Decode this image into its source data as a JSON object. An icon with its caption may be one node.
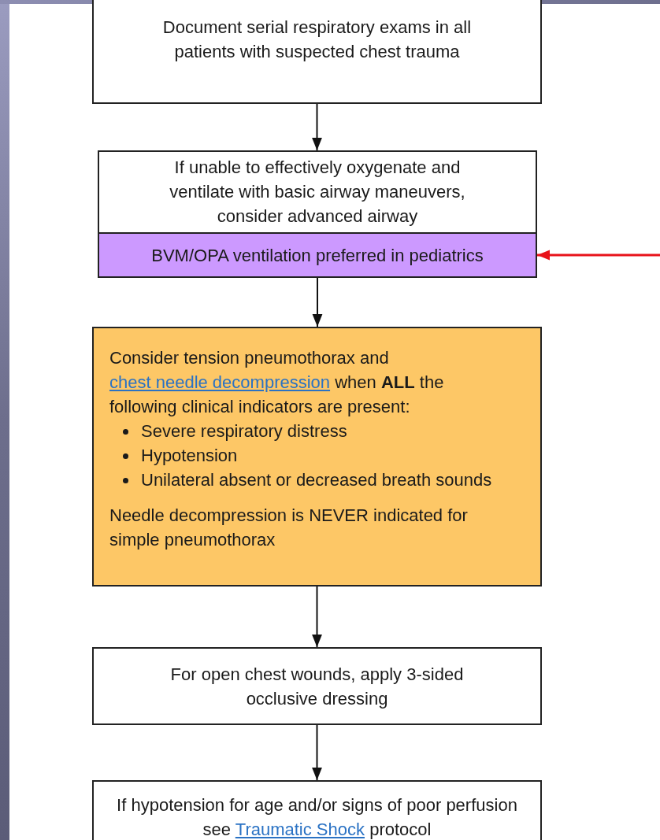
{
  "diagram": {
    "nodes": [
      {
        "text": [
          "Document serial respiratory exams in all patients with suspected chest trauma"
        ]
      },
      {
        "text": [
          "If unable to effectively oxygenate and ventilate with basic airway maneuvers, consider advanced airway"
        ]
      },
      {
        "text": [
          "BVM/OPA ventilation preferred in pediatrics"
        ],
        "in": 1
      },
      {
        "text": [
          "Consider tension pneumothorax and",
          "chest needle decompression",
          "when **ALL** the following clinical indicators are present:",
          "Severe respiratory distress",
          "Hypotension",
          "Unilateral absent or decreased breath sounds",
          "Needle decompression is NEVER indicated for simple pneumothorax"
        ]
      },
      {
        "text": [
          "For open chest wounds, apply 3-sided occlusive dressing"
        ]
      },
      {
        "text": [
          "If hypotension for age and/or signs of poor perfusion see",
          "Traumatic Shock",
          "protocol"
        ]
      }
    ],
    "edges": [
      {
        "from": 0,
        "to": 1,
        "arrow": "to"
      },
      {
        "from": 2,
        "to": 3,
        "arrow": "to"
      },
      {
        "from": 3,
        "to": 4,
        "arrow": "to"
      },
      {
        "from": 4,
        "to": 5,
        "arrow": "to"
      },
      {
        "from": null,
        "to": 2,
        "arrow": "to",
        "color": "#e8131a"
      }
    ]
  }
}
